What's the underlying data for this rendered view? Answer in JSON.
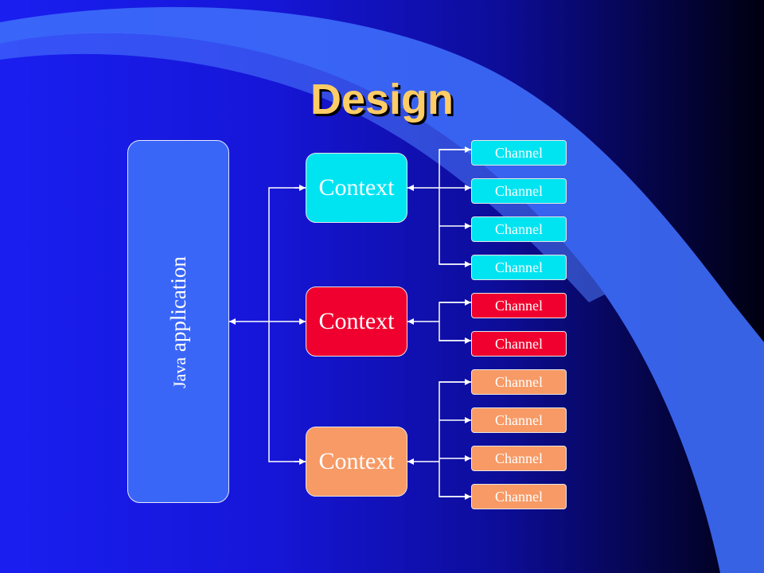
{
  "slide": {
    "title": "Design",
    "app": {
      "label_prefix": "Java",
      "label_main": "application"
    },
    "colors": {
      "cyan": "#00e4f2",
      "red": "#f0002e",
      "orange": "#f79a66",
      "app": "#3a66f8",
      "title": "#ffcc66"
    },
    "contexts": [
      {
        "label": "Context",
        "color": "cyan",
        "channels": [
          "Channel",
          "Channel",
          "Channel",
          "Channel"
        ]
      },
      {
        "label": "Context",
        "color": "red",
        "channels": [
          "Channel",
          "Channel"
        ]
      },
      {
        "label": "Context",
        "color": "orange",
        "channels": [
          "Channel",
          "Channel",
          "Channel",
          "Channel"
        ]
      }
    ]
  }
}
